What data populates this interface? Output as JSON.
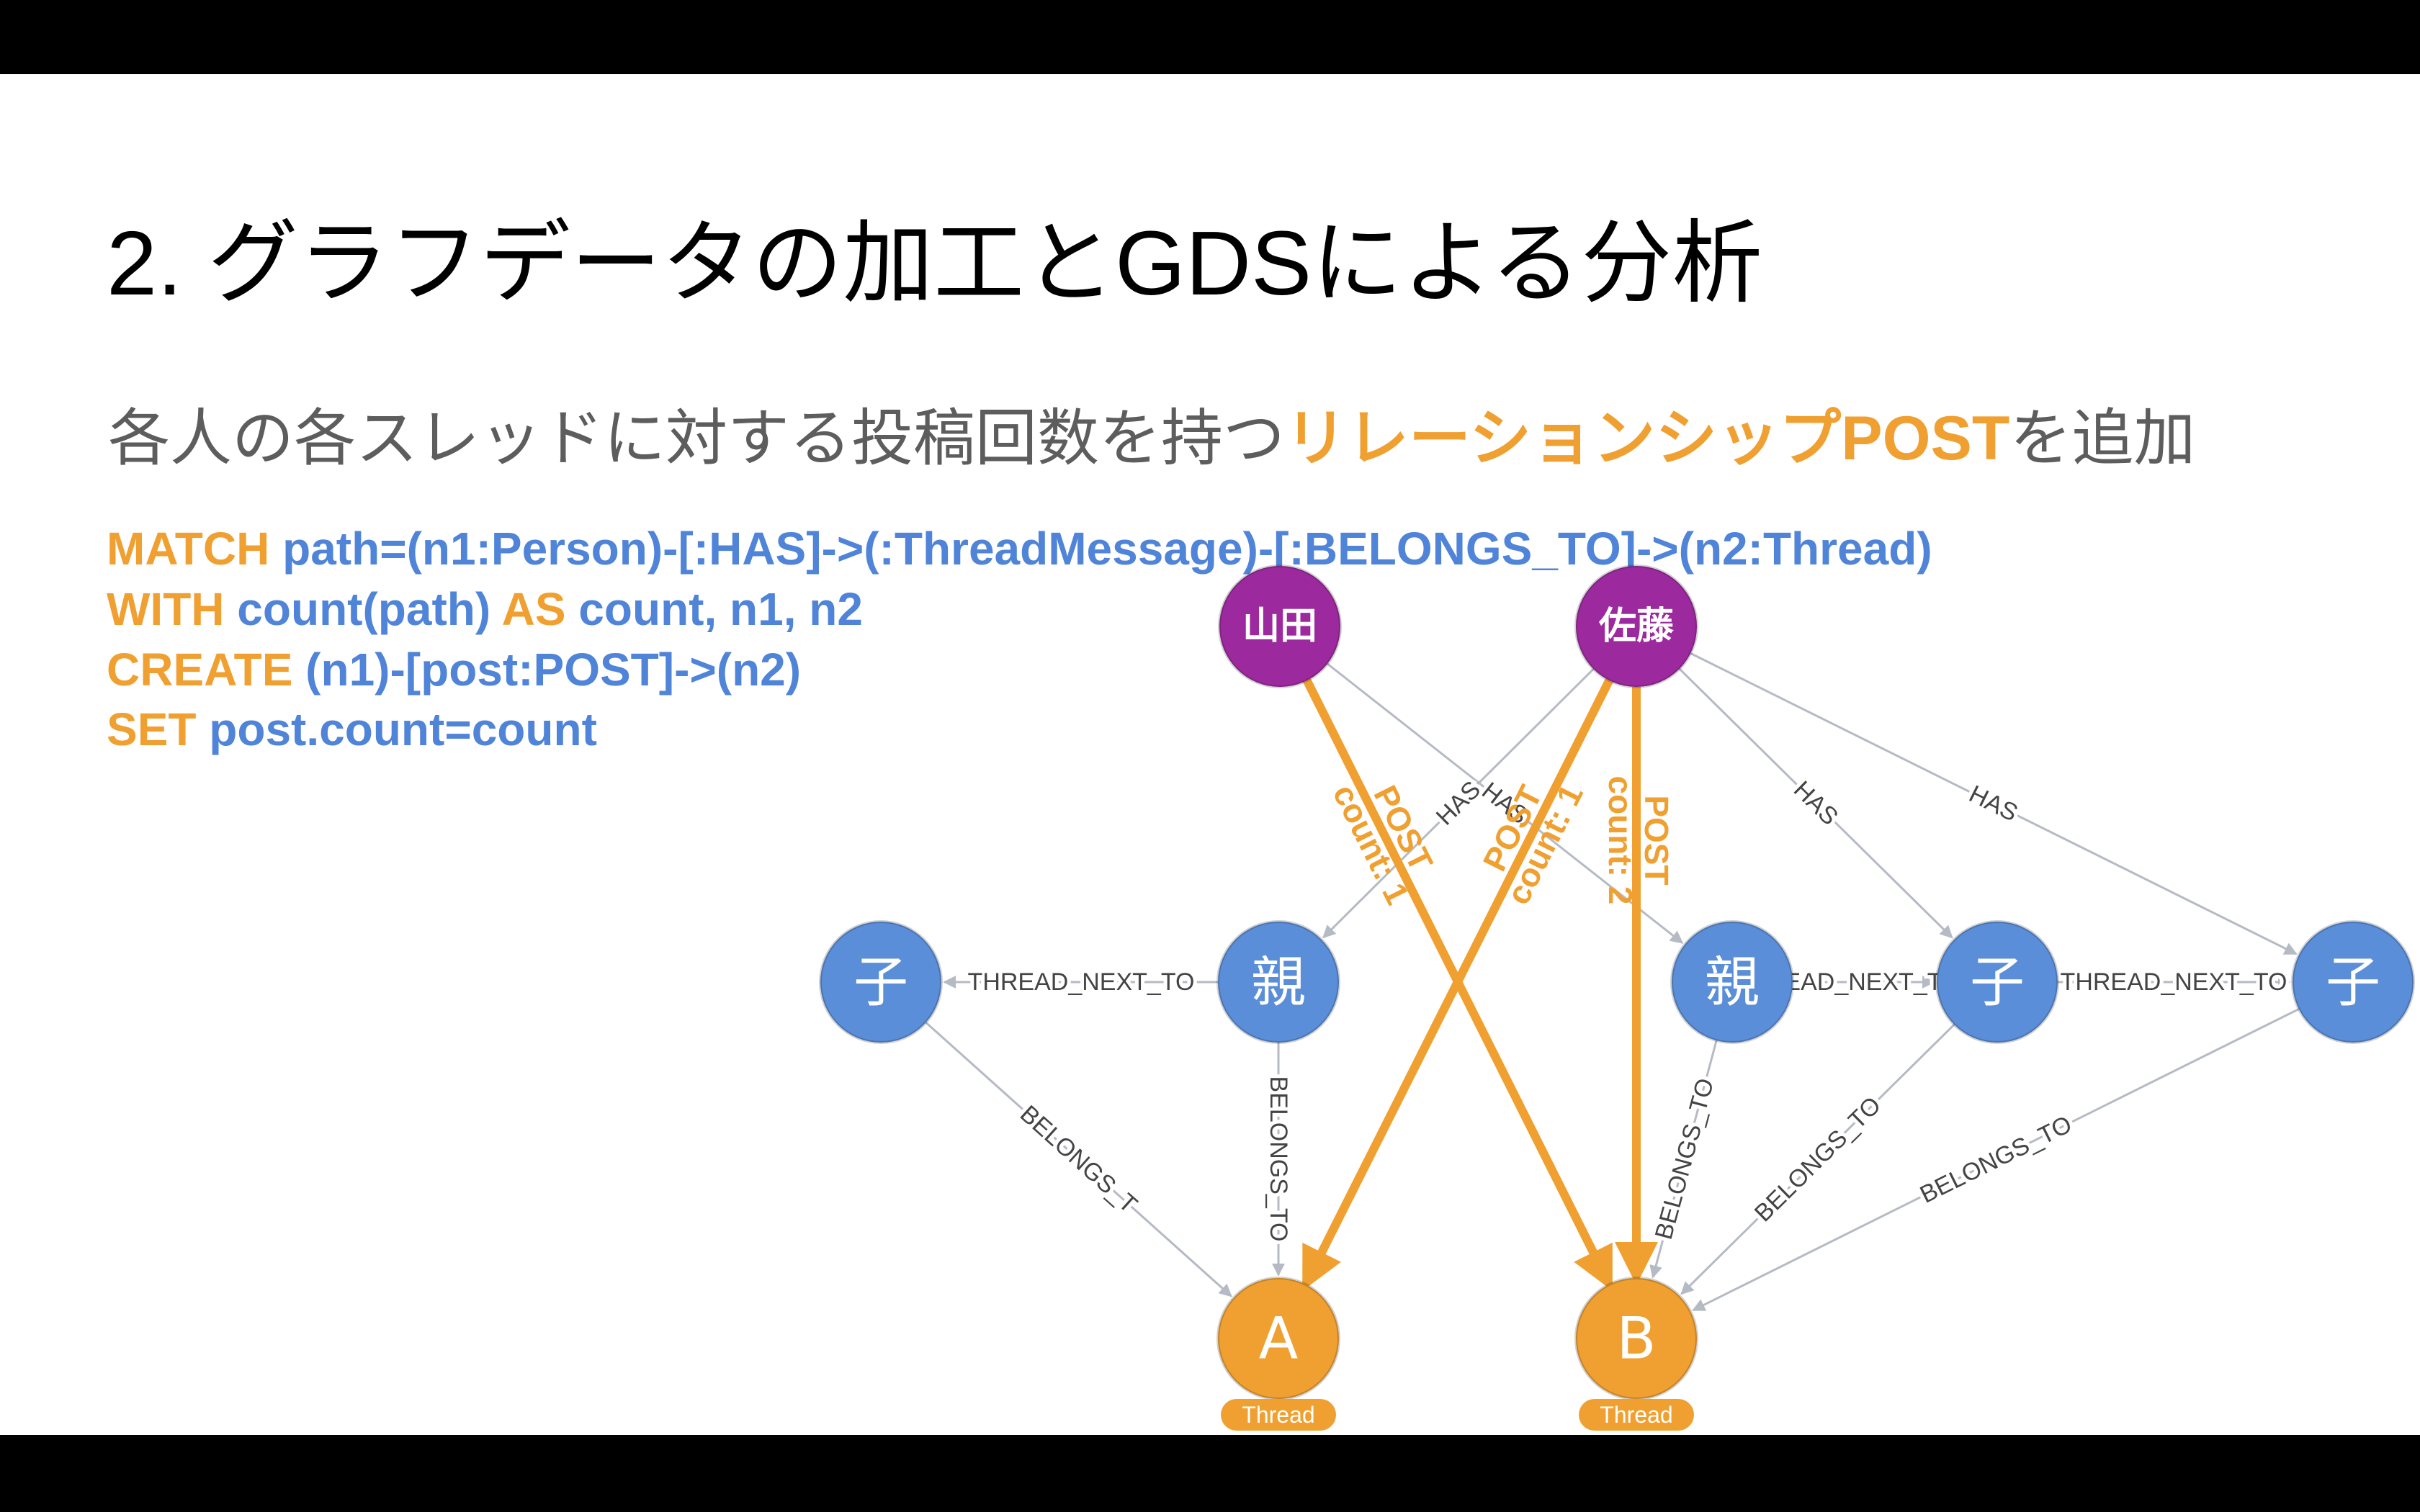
{
  "title": "2. グラフデータの加工とGDSによる分析",
  "subtitle": {
    "prefix": "各人の各スレッドに対する投稿回数を持つ",
    "highlight": "リレーションシップPOST",
    "suffix": "を追加"
  },
  "code": [
    {
      "keyword": "MATCH",
      "text": "path=(n1:Person)-[:HAS]->(:ThreadMessage)-[:BELONGS_TO]->(n2:Thread)"
    },
    {
      "keyword": "WITH",
      "text": "count(path)",
      "keyword2": "AS",
      "text2": "count, n1, n2"
    },
    {
      "keyword": "CREATE",
      "text": "(n1)-[post:POST]->(n2)"
    },
    {
      "keyword": "SET",
      "text": "post.count=count"
    }
  ],
  "graph": {
    "colors": {
      "person": "#9c2a9e",
      "message": "#5b8ed8",
      "thread": "#f0a030",
      "edge": "#b5bac4",
      "edge_label": "#444444",
      "post": "#f0a030"
    },
    "nodes": [
      {
        "id": "yamada",
        "label": "山田",
        "kind": "person"
      },
      {
        "id": "sato",
        "label": "佐藤",
        "kind": "person"
      },
      {
        "id": "child1",
        "label": "子",
        "kind": "message"
      },
      {
        "id": "parent1",
        "label": "親",
        "kind": "message"
      },
      {
        "id": "parent2",
        "label": "親",
        "kind": "message"
      },
      {
        "id": "child2",
        "label": "子",
        "kind": "message"
      },
      {
        "id": "child3",
        "label": "子",
        "kind": "message"
      },
      {
        "id": "threadA",
        "label": "A",
        "kind": "thread",
        "tag": "Thread"
      },
      {
        "id": "threadB",
        "label": "B",
        "kind": "thread",
        "tag": "Thread"
      }
    ],
    "edges": [
      {
        "from": "yamada",
        "to": "parent2",
        "label": "HAS",
        "shown_label": "HAS"
      },
      {
        "from": "sato",
        "to": "parent1",
        "label": "HAS",
        "shown_label": "HAS"
      },
      {
        "from": "sato",
        "to": "child2",
        "label": "HAS",
        "shown_label": "HAS"
      },
      {
        "from": "sato",
        "to": "child3",
        "label": "HAS",
        "shown_label": "HAS"
      },
      {
        "from": "parent1",
        "to": "child1",
        "label": "THREAD_NEXT_TO",
        "shown_label": "THREAD_NEXT_TO"
      },
      {
        "from": "parent2",
        "to": "child2",
        "label": "THREAD_NEXT_TO",
        "shown_label": "EAD_NEXT_T"
      },
      {
        "from": "child2",
        "to": "child3",
        "label": "THREAD_NEXT_TO",
        "shown_label": "THREAD_NEXT_TO"
      },
      {
        "from": "child1",
        "to": "threadA",
        "label": "BELONGS_TO",
        "shown_label": "BELONGS_T"
      },
      {
        "from": "parent1",
        "to": "threadA",
        "label": "BELONGS_TO",
        "shown_label": "BELONGS_TO"
      },
      {
        "from": "parent2",
        "to": "threadB",
        "label": "BELONGS_TO",
        "shown_label": "BELONGS_TO"
      },
      {
        "from": "child2",
        "to": "threadB",
        "label": "BELONGS_TO",
        "shown_label": "BELONGS_TO"
      },
      {
        "from": "child3",
        "to": "threadB",
        "label": "BELONGS_TO",
        "shown_label": "BELONGS_TO"
      }
    ],
    "posts": [
      {
        "from": "yamada",
        "to": "threadB",
        "label": "POST",
        "count_label": "count: 1"
      },
      {
        "from": "sato",
        "to": "threadA",
        "label": "POST",
        "count_label": "count: 1"
      },
      {
        "from": "sato",
        "to": "threadB",
        "label": "POST",
        "count_label": "count: 2"
      }
    ]
  }
}
